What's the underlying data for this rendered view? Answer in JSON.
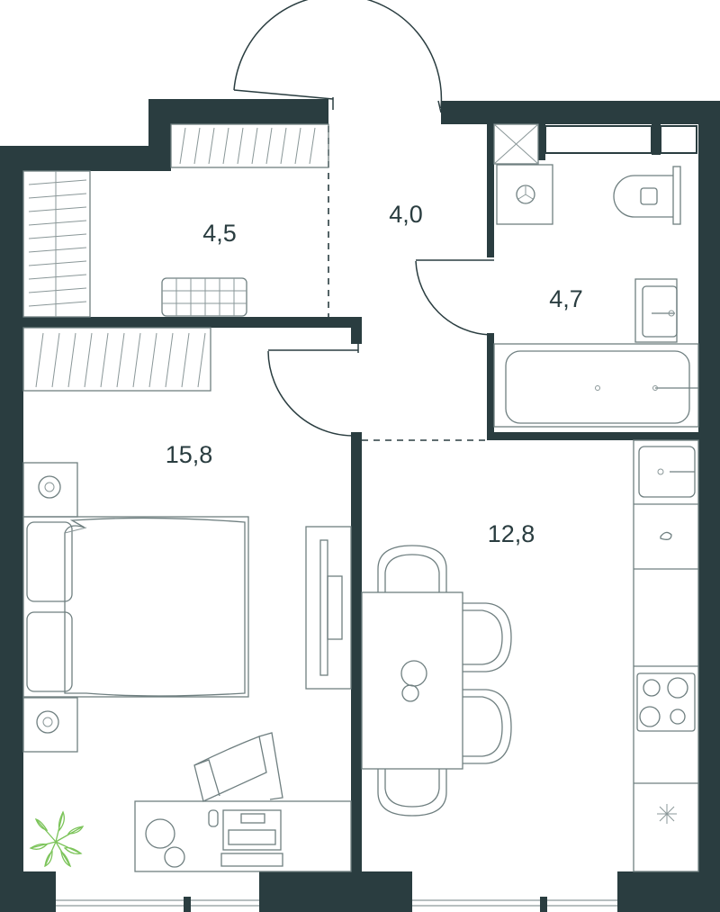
{
  "rooms": [
    {
      "id": "loggia",
      "area": "4,5"
    },
    {
      "id": "hallway",
      "area": "4,0"
    },
    {
      "id": "bathroom",
      "area": "4,7"
    },
    {
      "id": "bedroom",
      "area": "15,8"
    },
    {
      "id": "kitchen",
      "area": "12,8"
    }
  ],
  "colors": {
    "wall": "#2a3d40",
    "furniture": "#6f7f80",
    "plant": "#7cc45a",
    "background": "#ffffff"
  }
}
